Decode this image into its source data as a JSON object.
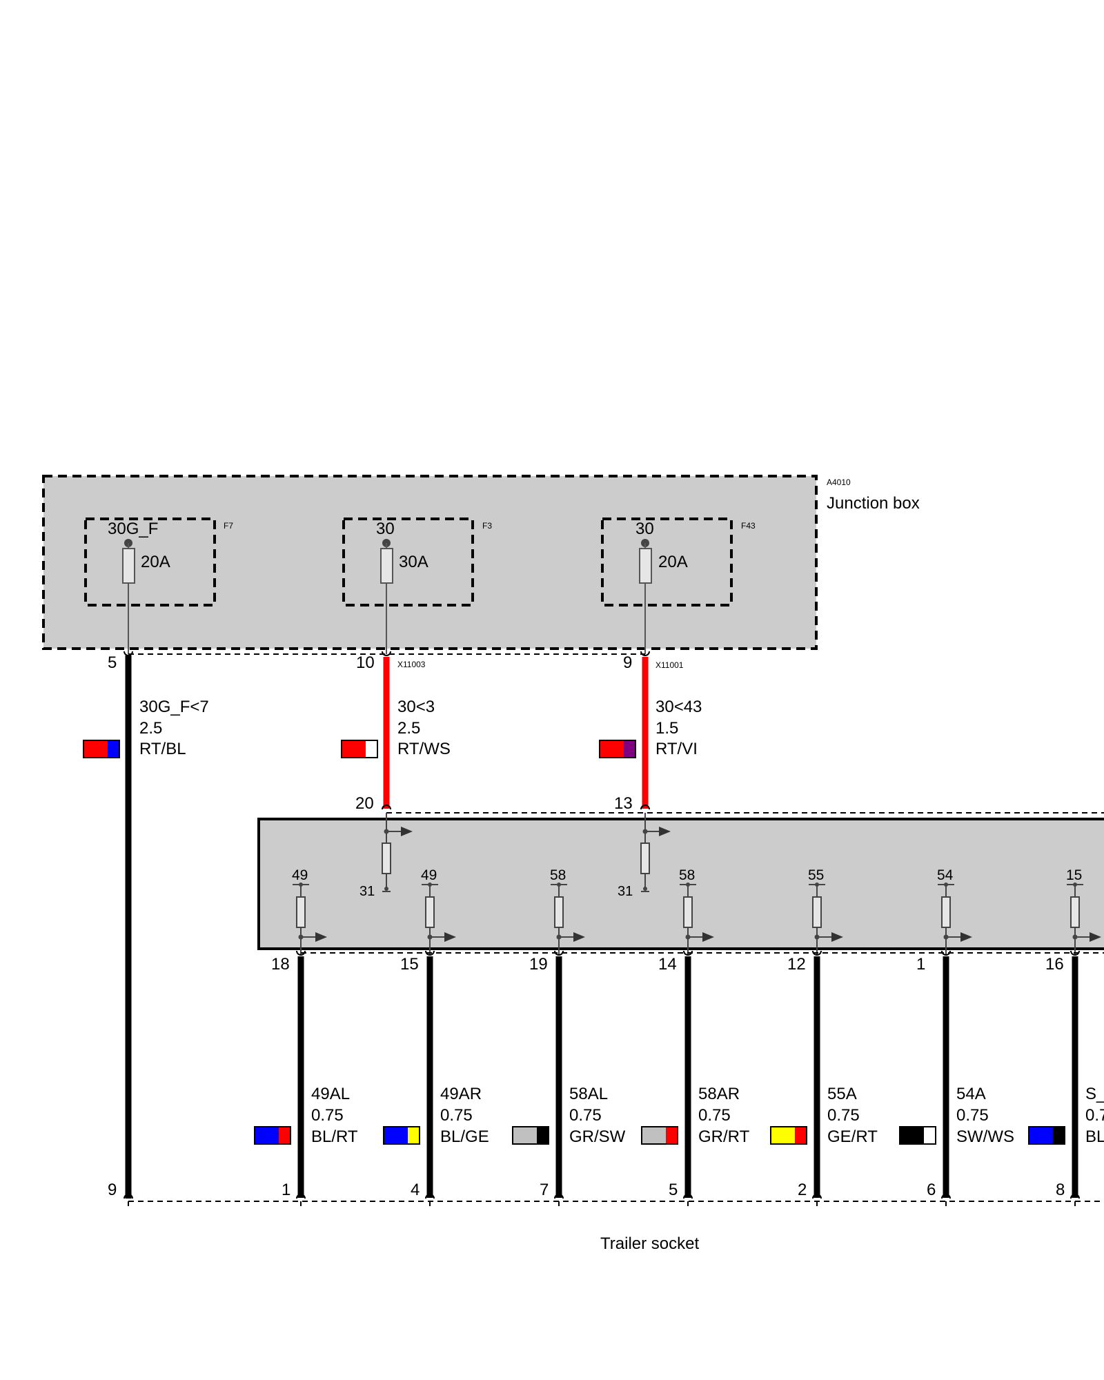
{
  "junction_box": {
    "code": "A4010",
    "title": "Junction box",
    "fuses": [
      {
        "id": "F7",
        "terminal": "30G_F",
        "rating": "20A"
      },
      {
        "id": "F3",
        "terminal": "30",
        "rating": "30A"
      },
      {
        "id": "F43",
        "terminal": "30",
        "rating": "20A"
      }
    ]
  },
  "upper_wires": [
    {
      "pin_top": "5",
      "connector": "",
      "signal": "30G_F<7",
      "size": "2.5",
      "color_code": "RT/BL",
      "swatch": [
        "#ff0000",
        "#0000ff"
      ],
      "wire_color": "#000000",
      "pin_bottom": "9"
    },
    {
      "pin_top": "10",
      "connector": "X11003",
      "signal": "30<3",
      "size": "2.5",
      "color_code": "RT/WS",
      "swatch": [
        "#ff0000",
        "#ffffff"
      ],
      "wire_color": "#ff0000",
      "pin_bottom": "20"
    },
    {
      "pin_top": "9",
      "connector": "X11001",
      "signal": "30<43",
      "size": "1.5",
      "color_code": "RT/VI",
      "swatch": [
        "#ff0000",
        "#800080"
      ],
      "wire_color": "#ff0000",
      "pin_bottom": "13"
    }
  ],
  "module": {
    "ground_labels": [
      "31",
      "31"
    ],
    "outputs": [
      {
        "terminal": "49",
        "pin": "18",
        "signal": "49AL",
        "size": "0.75",
        "color_code": "BL/RT",
        "swatch": [
          "#0000ff",
          "#ff0000"
        ],
        "socket_pin": "1"
      },
      {
        "terminal": "49",
        "pin": "15",
        "signal": "49AR",
        "size": "0.75",
        "color_code": "BL/GE",
        "swatch": [
          "#0000ff",
          "#ffff00"
        ],
        "socket_pin": "4"
      },
      {
        "terminal": "58",
        "pin": "19",
        "signal": "58AL",
        "size": "0.75",
        "color_code": "GR/SW",
        "swatch": [
          "#c0c0c0",
          "#000000"
        ],
        "socket_pin": "7"
      },
      {
        "terminal": "58",
        "pin": "14",
        "signal": "58AR",
        "size": "0.75",
        "color_code": "GR/RT",
        "swatch": [
          "#c0c0c0",
          "#ff0000"
        ],
        "socket_pin": "5"
      },
      {
        "terminal": "55",
        "pin": "12",
        "signal": "55A",
        "size": "0.75",
        "color_code": "GE/RT",
        "swatch": [
          "#ffff00",
          "#ff0000"
        ],
        "socket_pin": "2"
      },
      {
        "terminal": "54",
        "pin": "1",
        "signal": "54A",
        "size": "0.75",
        "color_code": "SW/WS",
        "swatch": [
          "#000000",
          "#ffffff"
        ],
        "socket_pin": "6"
      },
      {
        "terminal": "15",
        "pin": "16",
        "signal": "S_",
        "size": "0.7",
        "color_code": "BL",
        "swatch": [
          "#0000ff",
          "#000000"
        ],
        "socket_pin": "8"
      }
    ]
  },
  "trailer_socket": {
    "title": "Trailer socket"
  }
}
